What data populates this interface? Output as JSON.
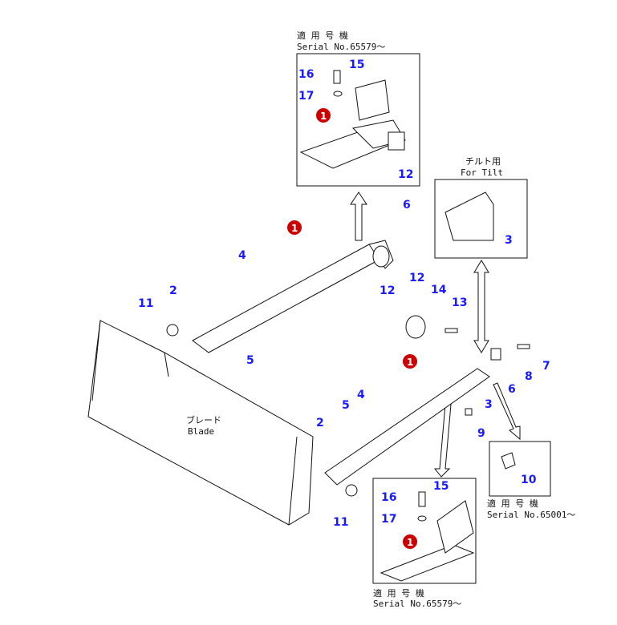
{
  "diagram": {
    "title_top": {
      "line1": "適 用 号 機",
      "line2": "Serial No.65579〜"
    },
    "title_tilt": {
      "line1": "チルト用",
      "line2": "For Tilt"
    },
    "title_right": {
      "line1": "適 用 号 機",
      "line2": "Serial No.65001〜"
    },
    "title_bottom": {
      "line1": "適 用 号 機",
      "line2": "Serial No.65579〜"
    },
    "blade": {
      "line1": "ブレード",
      "line2": "Blade"
    },
    "main_part_marker": "1",
    "callouts": {
      "top_16": "16",
      "top_15": "15",
      "top_17": "17",
      "top_12": "12",
      "tilt_3": "3",
      "upper_6": "6",
      "upper_4": "4",
      "upper_2": "2",
      "upper_11": "11",
      "upper_12": "12",
      "upper_5": "5",
      "mid_12": "12",
      "mid_14": "14",
      "mid_13": "13",
      "mid_7": "7",
      "mid_8": "8",
      "mid_6": "6",
      "mid_3": "3",
      "mid_9": "9",
      "lower_5": "5",
      "lower_4": "4",
      "lower_2": "2",
      "lower_11": "11",
      "bot_16": "16",
      "bot_15": "15",
      "bot_17": "17",
      "right_10": "10"
    },
    "colors": {
      "callout": "#1a1aff",
      "marker": "#cc0000"
    }
  }
}
